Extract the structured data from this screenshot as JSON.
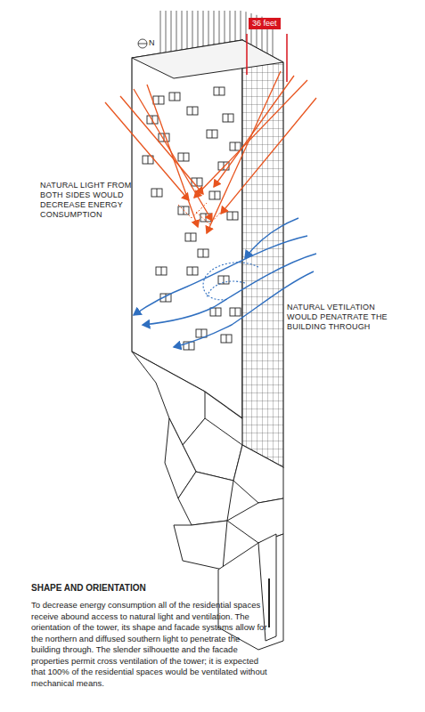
{
  "diagram": {
    "title": "SHAPE AND ORIENTATION",
    "caption": "To decrease energy consumption all of the residential spaces receive abound access to natural light and ventilation. The orientation of the tower, its shape and facade systems allow for the northern and diffused southern light to penetrate the building through. The slender silhouette and the facade properties permit cross ventilation of the tower; it is expected that 100% of the residential spaces would be ventilated without mechanical means.",
    "nodes": [
      {
        "text": [
          "36 feet"
        ]
      }
    ],
    "labels": [
      "N",
      "NATURAL LIGHT FROM BOTH SIDES WOULD DECREASE ENERGY CONSUMPTION",
      "NATURAL VETILATION WOULD PENATRATE THE BUILDING THROUGH"
    ]
  }
}
